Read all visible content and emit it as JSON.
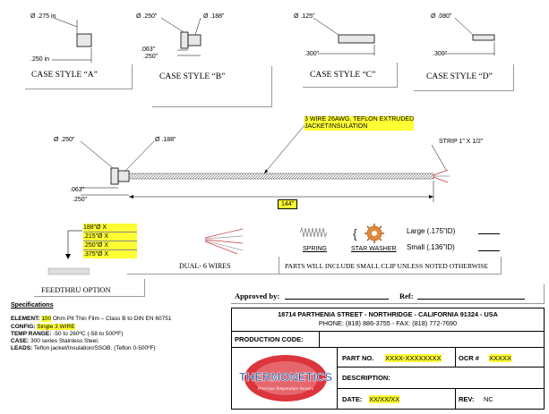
{
  "case_styles": [
    {
      "label": "CASE STYLE “A”",
      "dims": [
        "Ø .275 in",
        ".250 in"
      ]
    },
    {
      "label": "CASE STYLE “B”",
      "dims": [
        "Ø .250”",
        "Ø .188”",
        ".063”",
        ".250”"
      ]
    },
    {
      "label": "CASE STYLE “C”",
      "dims": [
        "Ø .125”",
        ".300”"
      ]
    },
    {
      "label": "CASE STYLE “D”",
      "dims": [
        "Ø .080”",
        ".300”"
      ]
    }
  ],
  "main_drawing": {
    "dia_large": "Ø .250”",
    "dia_small": "Ø .188”",
    "dim_063": ".063”",
    "dim_250": ".250”",
    "wire_callout_line1": "3 WIRE 26AWG. TEFLON EXTRUDED",
    "wire_callout_line2": "JACKET/INSULATION",
    "strip": "STRIP 1” X 1/2”",
    "length": "144”"
  },
  "feedthru": {
    "options": [
      "188”Ø X",
      ".215”Ø X",
      ".250”Ø X",
      ".375”Ø X"
    ],
    "label": "FEEDTHRU OPTION"
  },
  "dual_wires": "DUAL- 6 WIRES",
  "parts": {
    "spring": "SPRING",
    "star_washer": "STAR WASHER",
    "large": "Large (.175”ID)",
    "small": "Small (.136”ID)",
    "note": "PARTS WILL INCLUDE SMALL CLIP UNLESS NOTED OTHERWISE"
  },
  "specs": {
    "title": "Specifications",
    "element_key": "ELEMENT:",
    "element_val": "100",
    "element_rest": " Ohm Plt Thin Film – Class B to DIN EN 60751",
    "config_key": "CONFIG:",
    "config_val": "Single 3 WIRE",
    "temp_key": "TEMP RANGE:",
    "temp_val": " -50 to 260ºC (-58 to 500ºF)",
    "case_key": "CASE:",
    "case_val": " 300 series Stainless Steel.",
    "leads_key": "LEADS:",
    "leads_val": " Teflon jacket/Insulation/SSOB. (Teflon 0-500ºF)"
  },
  "approval": {
    "approved_by": "Approved by:",
    "ref": "Ref:"
  },
  "title_block": {
    "address": "18714 PARTHENIA STREET  -  NORTHRIDGE  -  CALIFORNIA 91324  -  USA",
    "phone": "PHONE: (818) 886-3755  -  FAX: (818) 772-7690",
    "production_code": "PRODUCTION CODE:",
    "part_no_label": "PART NO.",
    "part_no": "XXXX-XXXXXXXX",
    "ocr_label": "OCR #",
    "ocr": "XXXXX",
    "description_label": "DESCRIPTION:",
    "date_label": "DATE:",
    "date": "XX/XX/XX",
    "rev_label": "REV:",
    "rev": "NC",
    "logo_text": "THERMONETICS",
    "logo_tagline": "Precision Temperature Sensors"
  },
  "colors": {
    "highlight": "#ffff33",
    "logo_red": "#d9242b",
    "logo_blue": "#1d4f9c"
  }
}
